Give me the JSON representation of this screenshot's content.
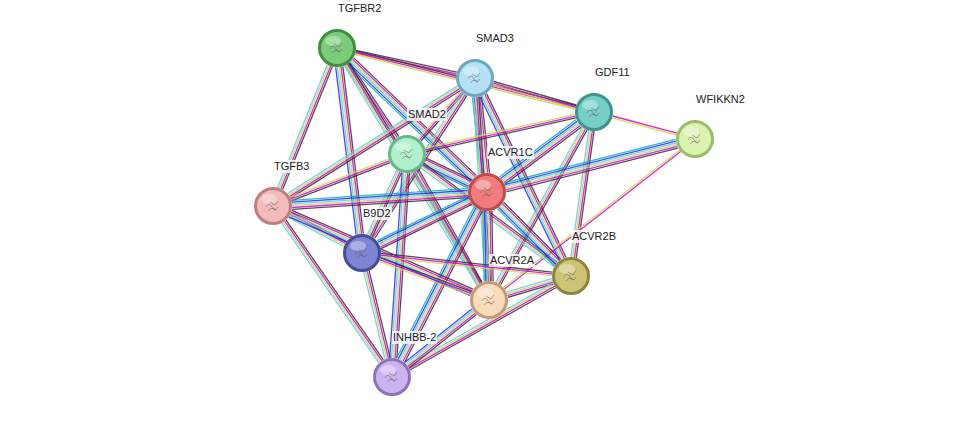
{
  "diagram": {
    "nodes": [
      {
        "text": [
          "TGFBR2"
        ]
      },
      {
        "text": [
          "SMAD3"
        ]
      },
      {
        "text": [
          "GDF11"
        ]
      },
      {
        "text": [
          "WFIKKN2"
        ]
      },
      {
        "text": [
          "SMAD2"
        ]
      },
      {
        "text": [
          "ACVR1C"
        ]
      },
      {
        "text": [
          "TGFB3"
        ]
      },
      {
        "text": [
          "B9D2"
        ]
      },
      {
        "text": [
          "ACVR2B"
        ]
      },
      {
        "text": [
          "ACVR2A"
        ]
      },
      {
        "text": [
          "INHBB-2"
        ]
      }
    ],
    "edges": [
      {
        "from": 0,
        "to": 1,
        "arrow": "none"
      },
      {
        "from": 0,
        "to": 2,
        "arrow": "none"
      },
      {
        "from": 0,
        "to": 4,
        "arrow": "none"
      },
      {
        "from": 0,
        "to": 5,
        "arrow": "none"
      },
      {
        "from": 0,
        "to": 6,
        "arrow": "none"
      },
      {
        "from": 0,
        "to": 7,
        "arrow": "none"
      },
      {
        "from": 0,
        "to": 9,
        "arrow": "none"
      },
      {
        "from": 1,
        "to": 2,
        "arrow": "none"
      },
      {
        "from": 1,
        "to": 4,
        "arrow": "none"
      },
      {
        "from": 1,
        "to": 5,
        "arrow": "none"
      },
      {
        "from": 1,
        "to": 6,
        "arrow": "none"
      },
      {
        "from": 1,
        "to": 7,
        "arrow": "none"
      },
      {
        "from": 1,
        "to": 8,
        "arrow": "none"
      },
      {
        "from": 1,
        "to": 9,
        "arrow": "none"
      },
      {
        "from": 2,
        "to": 3,
        "arrow": "none"
      },
      {
        "from": 2,
        "to": 4,
        "arrow": "none"
      },
      {
        "from": 2,
        "to": 5,
        "arrow": "none"
      },
      {
        "from": 2,
        "to": 8,
        "arrow": "none"
      },
      {
        "from": 2,
        "to": 9,
        "arrow": "none"
      },
      {
        "from": 3,
        "to": 5,
        "arrow": "none"
      },
      {
        "from": 3,
        "to": 9,
        "arrow": "none"
      },
      {
        "from": 4,
        "to": 5,
        "arrow": "none"
      },
      {
        "from": 4,
        "to": 6,
        "arrow": "none"
      },
      {
        "from": 4,
        "to": 7,
        "arrow": "none"
      },
      {
        "from": 4,
        "to": 8,
        "arrow": "none"
      },
      {
        "from": 4,
        "to": 9,
        "arrow": "none"
      },
      {
        "from": 4,
        "to": 10,
        "arrow": "none"
      },
      {
        "from": 5,
        "to": 6,
        "arrow": "none"
      },
      {
        "from": 5,
        "to": 7,
        "arrow": "none"
      },
      {
        "from": 5,
        "to": 8,
        "arrow": "none"
      },
      {
        "from": 5,
        "to": 9,
        "arrow": "none"
      },
      {
        "from": 5,
        "to": 10,
        "arrow": "none"
      },
      {
        "from": 6,
        "to": 7,
        "arrow": "none"
      },
      {
        "from": 6,
        "to": 9,
        "arrow": "none"
      },
      {
        "from": 6,
        "to": 10,
        "arrow": "none"
      },
      {
        "from": 7,
        "to": 8,
        "arrow": "none"
      },
      {
        "from": 7,
        "to": 9,
        "arrow": "none"
      },
      {
        "from": 7,
        "to": 10,
        "arrow": "none"
      },
      {
        "from": 8,
        "to": 9,
        "arrow": "none"
      },
      {
        "from": 8,
        "to": 10,
        "arrow": "none"
      },
      {
        "from": 9,
        "to": 10,
        "arrow": "none"
      }
    ]
  }
}
